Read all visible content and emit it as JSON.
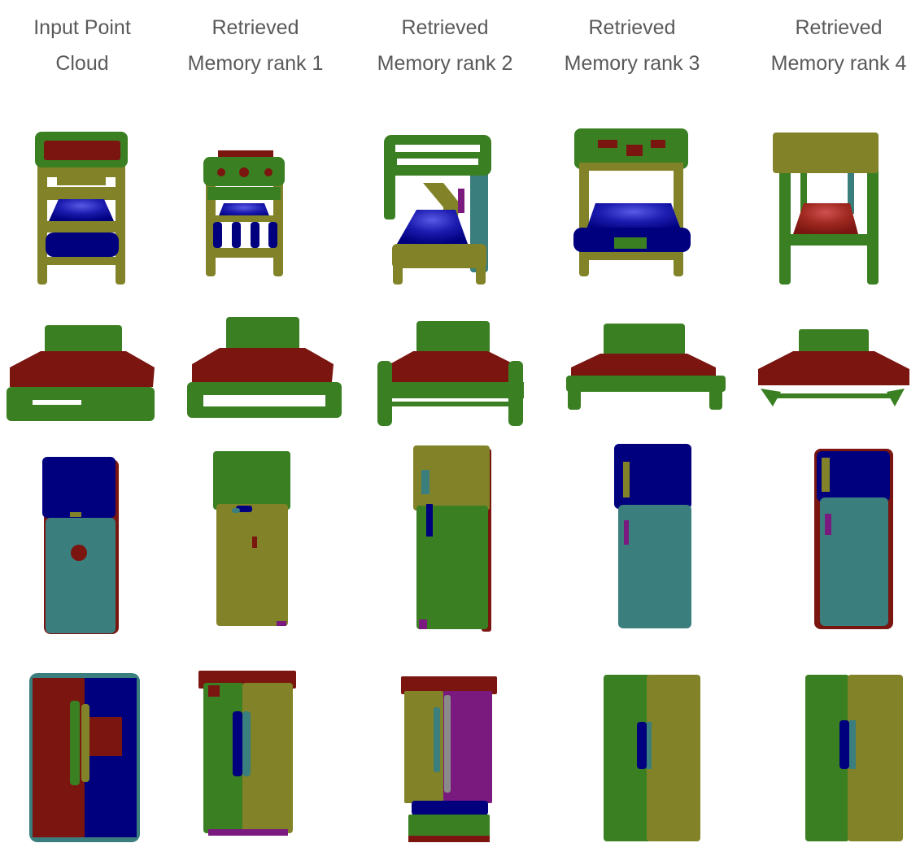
{
  "headers": [
    {
      "line1": "Input Point",
      "line2": "Cloud"
    },
    {
      "line1": "Retrieved",
      "line2": "Memory rank 1"
    },
    {
      "line1": "Retrieved",
      "line2": "Memory rank 2"
    },
    {
      "line1": "Retrieved",
      "line2": "Memory rank 3"
    },
    {
      "line1": "Retrieved",
      "line2": "Memory rank 4"
    }
  ],
  "colors": {
    "green": "#3a7f22",
    "olive": "#828228",
    "red": "#7a1510",
    "navy": "#00007e",
    "teal": "#3a7e7e",
    "purple": "#7a1a7e",
    "gray": "#8a8a8a",
    "background": "#ffffff"
  },
  "rows": [
    "bunk-bed",
    "bed",
    "refrigerator-top-freezer",
    "refrigerator-side-by-side"
  ]
}
